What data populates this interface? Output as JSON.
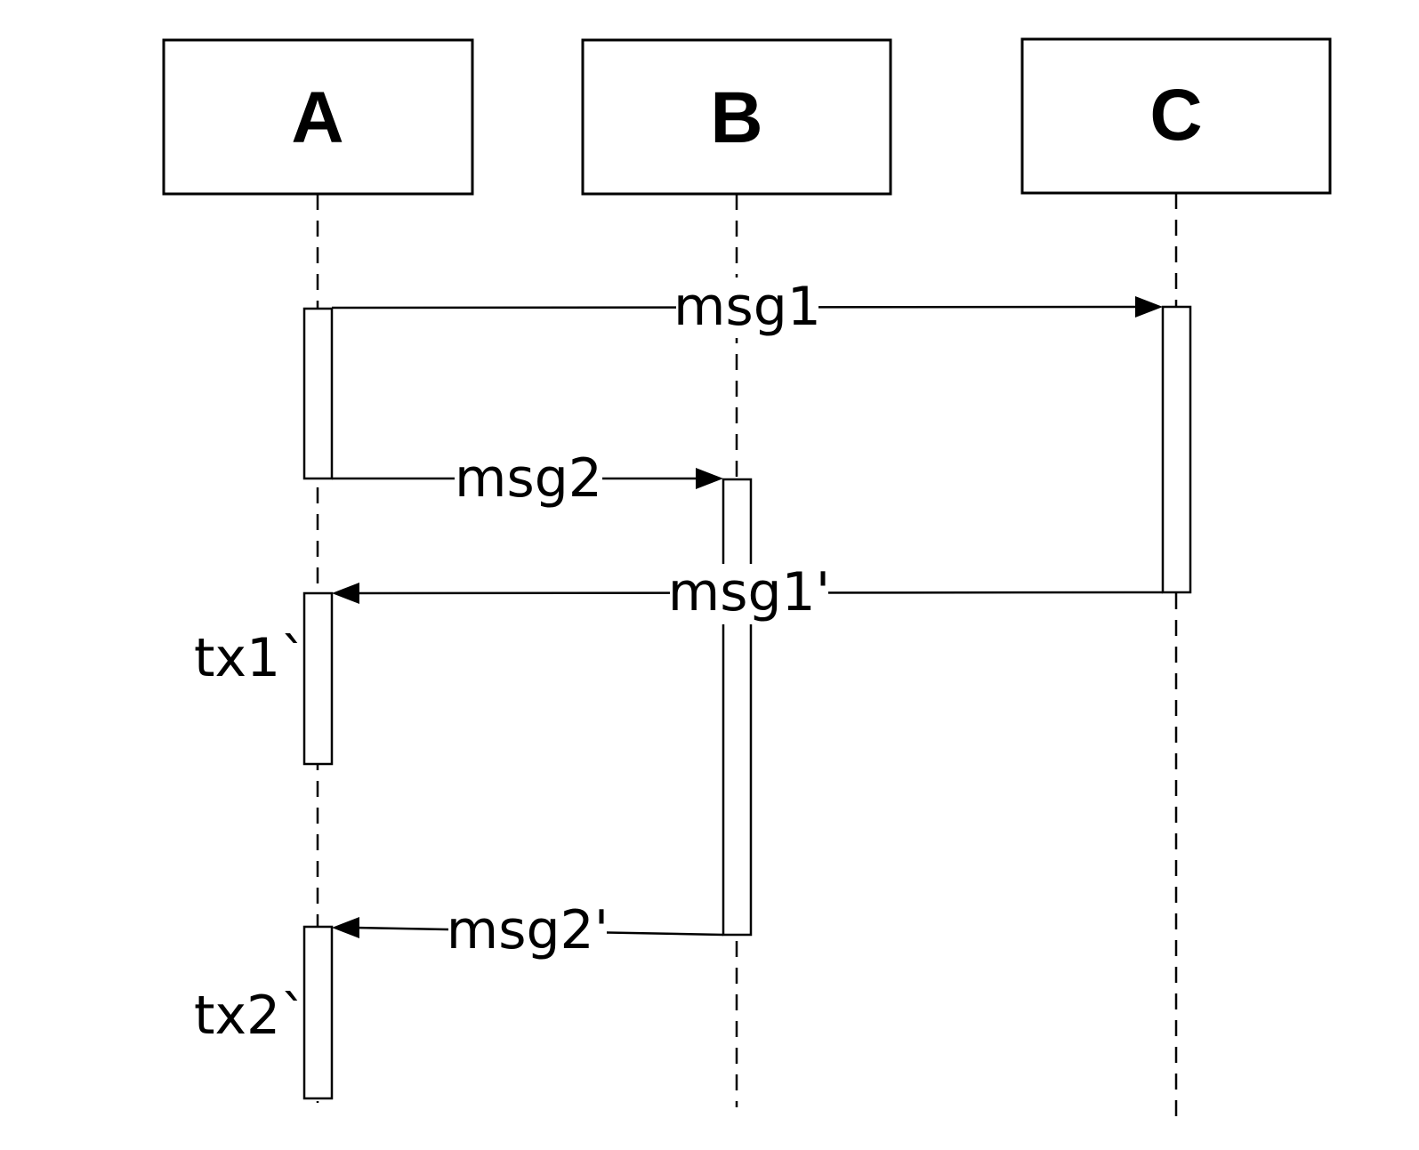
{
  "participants": [
    {
      "id": "A",
      "label": "A"
    },
    {
      "id": "B",
      "label": "B"
    },
    {
      "id": "C",
      "label": "C"
    }
  ],
  "messages": [
    {
      "id": "msg1",
      "label": "msg1",
      "from": "A",
      "to": "C"
    },
    {
      "id": "msg2",
      "label": "msg2",
      "from": "A",
      "to": "B"
    },
    {
      "id": "msg1-reply",
      "label": "msg1'",
      "from": "C",
      "to": "A"
    },
    {
      "id": "msg2-reply",
      "label": "msg2'",
      "from": "B",
      "to": "A"
    }
  ],
  "notes": [
    {
      "id": "tx1",
      "label": "tx1`",
      "participant": "A"
    },
    {
      "id": "tx2",
      "label": "tx2`",
      "participant": "A"
    }
  ]
}
